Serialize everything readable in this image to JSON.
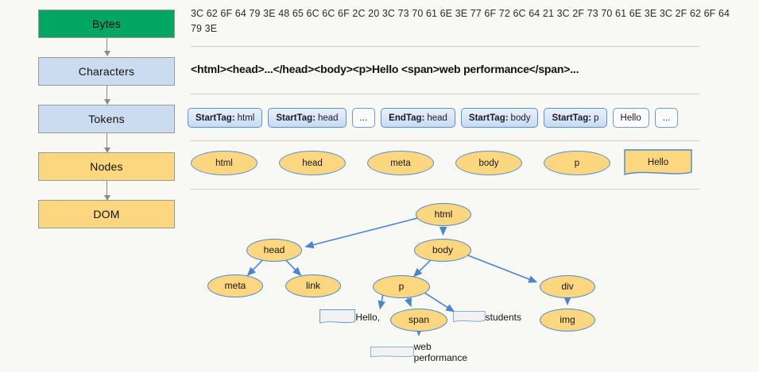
{
  "pipeline": {
    "steps": [
      {
        "label": "Bytes",
        "color": "#00a662"
      },
      {
        "label": "Characters",
        "color": "#ccdcf0"
      },
      {
        "label": "Tokens",
        "color": "#ccdcf0"
      },
      {
        "label": "Nodes",
        "color": "#fcd77f"
      },
      {
        "label": "DOM",
        "color": "#fcd77f"
      }
    ]
  },
  "bytes_row": {
    "text": "3C 62 6F 64 79 3E 48 65 6C 6C 6F 2C 20 3C 73 70 61 6E 3E 77 6F 72 6C 64 21 3C 2F 73 70 61 6E 3E 3C 2F 62 6F 64 79 3E"
  },
  "characters_row": {
    "text": "<html><head>...</head><body><p>Hello <span>web performance</span>..."
  },
  "tokens_row": {
    "tokens": [
      {
        "key": "StartTag:",
        "value": "html",
        "plain": false
      },
      {
        "key": "StartTag:",
        "value": "head",
        "plain": false
      },
      {
        "key": "",
        "value": "...",
        "plain": true
      },
      {
        "key": "EndTag:",
        "value": "head",
        "plain": false
      },
      {
        "key": "StartTag:",
        "value": "body",
        "plain": false
      },
      {
        "key": "StartTag:",
        "value": "p",
        "plain": false
      },
      {
        "key": "",
        "value": "Hello",
        "plain": true
      },
      {
        "key": "",
        "value": "...",
        "plain": true
      }
    ]
  },
  "nodes_row": {
    "nodes": [
      {
        "label": "html",
        "shape": "ellipse"
      },
      {
        "label": "head",
        "shape": "ellipse"
      },
      {
        "label": "meta",
        "shape": "ellipse"
      },
      {
        "label": "body",
        "shape": "ellipse"
      },
      {
        "label": "p",
        "shape": "ellipse"
      },
      {
        "label": "Hello",
        "shape": "note"
      }
    ]
  },
  "dom_tree": {
    "nodes": [
      {
        "id": "html",
        "label": "html",
        "type": "element"
      },
      {
        "id": "head",
        "label": "head",
        "type": "element"
      },
      {
        "id": "body",
        "label": "body",
        "type": "element"
      },
      {
        "id": "meta",
        "label": "meta",
        "type": "element"
      },
      {
        "id": "link",
        "label": "link",
        "type": "element"
      },
      {
        "id": "p",
        "label": "p",
        "type": "element"
      },
      {
        "id": "div",
        "label": "div",
        "type": "element"
      },
      {
        "id": "img",
        "label": "img",
        "type": "element"
      },
      {
        "id": "span",
        "label": "span",
        "type": "element"
      },
      {
        "id": "hello",
        "label": "Hello,",
        "type": "text"
      },
      {
        "id": "students",
        "label": "students",
        "type": "text"
      },
      {
        "id": "webperf",
        "label": "web performance",
        "type": "text"
      }
    ],
    "edges": [
      {
        "from": "html",
        "to": "head"
      },
      {
        "from": "html",
        "to": "body"
      },
      {
        "from": "head",
        "to": "meta"
      },
      {
        "from": "head",
        "to": "link"
      },
      {
        "from": "body",
        "to": "p"
      },
      {
        "from": "body",
        "to": "div"
      },
      {
        "from": "p",
        "to": "hello"
      },
      {
        "from": "p",
        "to": "span"
      },
      {
        "from": "p",
        "to": "students"
      },
      {
        "from": "div",
        "to": "img"
      },
      {
        "from": "span",
        "to": "webperf"
      }
    ]
  },
  "colors": {
    "background": "#f8f8f4",
    "node_yellow": "#fcd77f",
    "node_blue": "#ccdcf0",
    "green": "#00a662",
    "edge_blue": "#4a86d0",
    "separator": "#cfcfc8"
  }
}
